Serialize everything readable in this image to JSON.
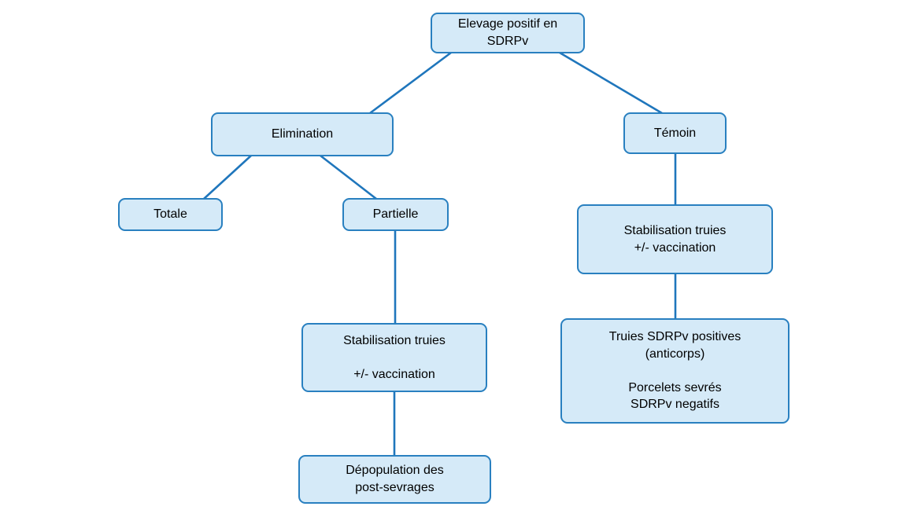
{
  "diagram": {
    "type": "flowchart",
    "language": "fr",
    "colors": {
      "box_fill": "#d5eaf8",
      "box_border": "#2980c0",
      "connector": "#1f76bc",
      "text": "#000000",
      "background": "#ffffff"
    },
    "nodes": {
      "root": {
        "label": "Elevage positif en\nSDRPv"
      },
      "elimination": {
        "label": "Elimination"
      },
      "temoin": {
        "label": "Témoin"
      },
      "totale": {
        "label": "Totale"
      },
      "partielle": {
        "label": "Partielle"
      },
      "stab_left": {
        "label": "Stabilisation truies\n\n+/- vaccination"
      },
      "depopulation": {
        "label": "Dépopulation des\npost-sevrages"
      },
      "stab_right": {
        "label": "Stabilisation truies\n+/- vaccination"
      },
      "truies": {
        "label": "Truies SDRPv positives\n(anticorps)\n\nPorcelets sevrés\nSDRPv negatifs"
      }
    },
    "edges": [
      {
        "from": "root",
        "to": "elimination"
      },
      {
        "from": "root",
        "to": "temoin"
      },
      {
        "from": "elimination",
        "to": "totale"
      },
      {
        "from": "elimination",
        "to": "partielle"
      },
      {
        "from": "partielle",
        "to": "stab_left"
      },
      {
        "from": "stab_left",
        "to": "depopulation"
      },
      {
        "from": "temoin",
        "to": "stab_right"
      },
      {
        "from": "stab_right",
        "to": "truies"
      }
    ]
  }
}
